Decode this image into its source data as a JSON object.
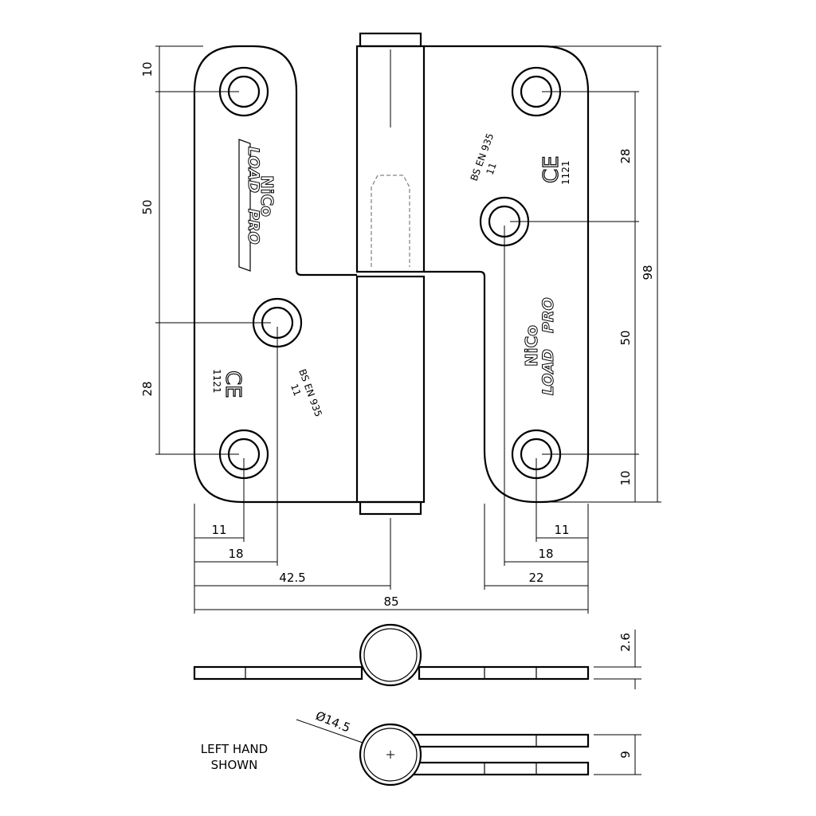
{
  "drawing": {
    "title_note": [
      "LEFT HAND",
      "SHOWN"
    ],
    "brand": {
      "name": "NiCo",
      "product_left": "LOAD",
      "product_right": "PRO"
    },
    "marks": {
      "ce": "CE",
      "ce_number": "1121",
      "standard_top": "BS EN 935",
      "standard_grade": "11"
    },
    "dimensions": {
      "left_top": "10",
      "left_middle": "50",
      "left_bottom": "28",
      "right_top": "28",
      "right_middle": "50",
      "right_bottom": "10",
      "overall_height": "98",
      "bottom_left_11": "11",
      "bottom_left_18": "18",
      "bottom_left_42": "42.5",
      "overall_width": "85",
      "bottom_right_11": "11",
      "bottom_right_18": "18",
      "bottom_right_22": "22",
      "thickness": "2.6",
      "knuckle_diameter": "Ø14.5",
      "open_gap": "9"
    }
  }
}
